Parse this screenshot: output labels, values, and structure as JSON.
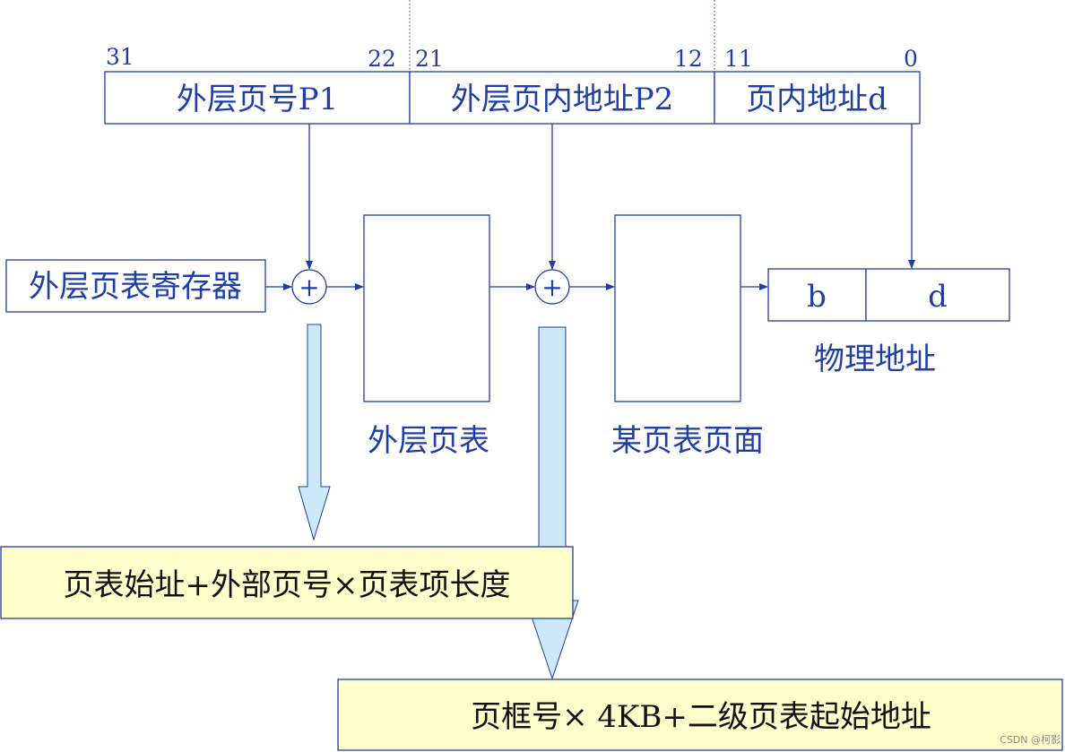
{
  "address_format": {
    "bits": {
      "b31": "31",
      "b22": "22",
      "b21": "21",
      "b12": "12",
      "b11": "11",
      "b0": "0"
    },
    "fields": {
      "p1": "外层页号P1",
      "p2": "外层页内地址P2",
      "d": "页内地址d"
    }
  },
  "register_label": "外层页表寄存器",
  "adder_symbol": "+",
  "outer_page_table_label": "外层页表",
  "page_table_page_label": "某页表页面",
  "physical_address": {
    "b": "b",
    "d": "d",
    "label": "物理地址"
  },
  "formula_1": "页表始址+外部页号×页表项长度",
  "formula_2": "页框号× 4KB+二级页表起始地址",
  "watermark": "CSDN @柯影",
  "colors": {
    "line": "#1f3fa8",
    "text": "#1f3fa8",
    "formula_bg": "#ffffcc",
    "arrow_fill": "#cde8f8"
  }
}
